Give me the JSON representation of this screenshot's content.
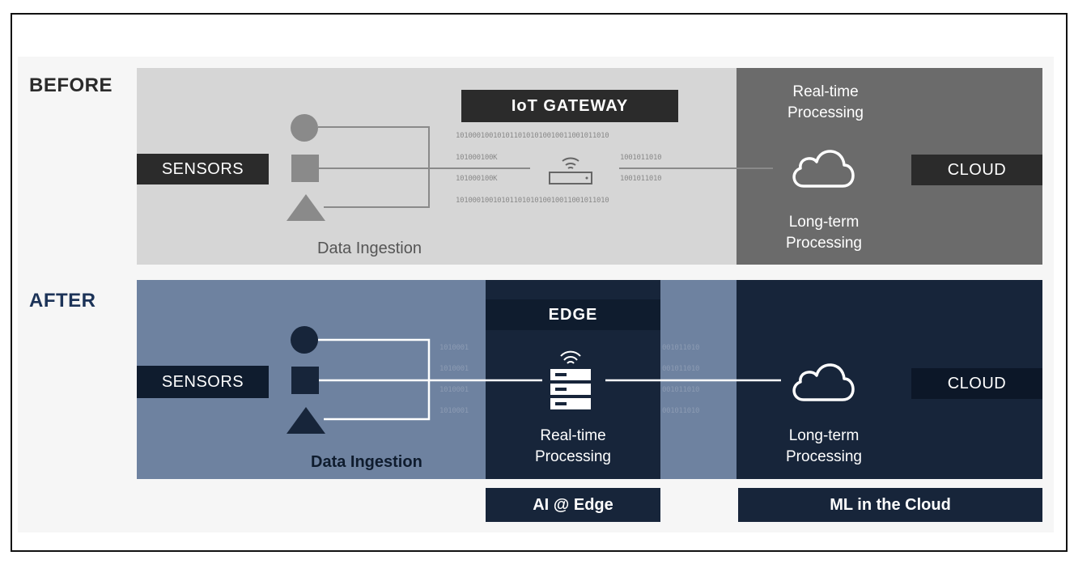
{
  "before": {
    "heading": "BEFORE",
    "sensors_label": "SENSORS",
    "gateway_label": "IoT GATEWAY",
    "binary_full": "1010001001010110101010010011001011010",
    "binary_left": "101000100K",
    "binary_right": "1001011010",
    "realtime_label": "Real-time Processing",
    "realtime_line1": "Real-time",
    "realtime_line2": "Processing",
    "cloud_label": "CLOUD",
    "longterm_line1": "Long-term",
    "longterm_line2": "Processing",
    "ingestion_label": "Data Ingestion",
    "colors": {
      "band": "#d6d6d6",
      "cloud_band": "#6b6b6b",
      "box": "#2b2b2b"
    }
  },
  "after": {
    "heading": "AFTER",
    "sensors_label": "SENSORS",
    "edge_label": "EDGE",
    "binary_left": "1010001",
    "binary_right": "001011010",
    "realtime_line1": "Real-time",
    "realtime_line2": "Processing",
    "cloud_label": "CLOUD",
    "longterm_line1": "Long-term",
    "longterm_line2": "Processing",
    "ingestion_label": "Data Ingestion",
    "ai_edge_label": "AI @ Edge",
    "ml_cloud_label": "ML in the Cloud",
    "colors": {
      "band": "#6e82a0",
      "dark": "#17253a",
      "box": "#0f1c2e",
      "heading": "#1c3358"
    }
  },
  "icons": [
    "circle-sensor-icon",
    "square-sensor-icon",
    "triangle-sensor-icon",
    "router-icon",
    "cloud-icon",
    "server-stack-icon"
  ]
}
